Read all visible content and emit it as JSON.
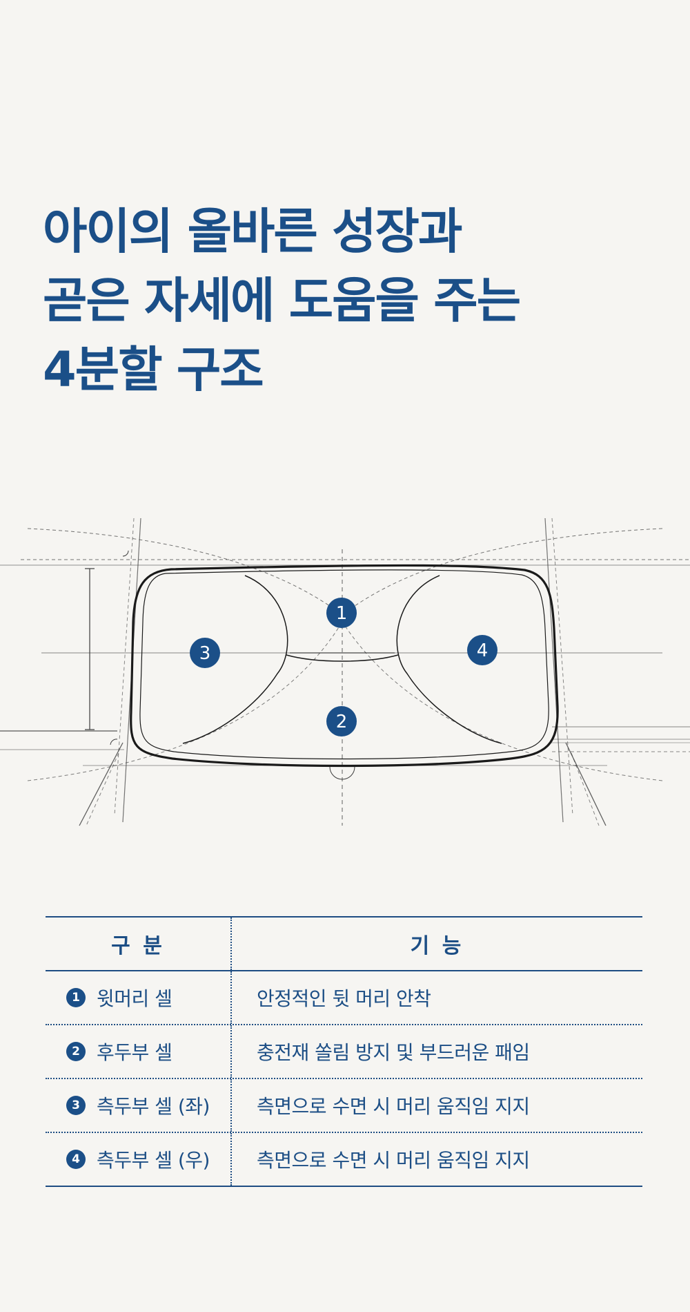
{
  "headline": {
    "lines": [
      "아이의 올바른 성장과",
      "곧은 자세에 도움을 주는",
      "4분할 구조"
    ]
  },
  "diagram": {
    "markers": [
      "1",
      "2",
      "3",
      "4"
    ],
    "accent_color": "#1b4f88"
  },
  "table": {
    "headers": [
      "구 분",
      "기 능"
    ],
    "rows": [
      {
        "num": "1",
        "part": "윗머리 셀",
        "function": "안정적인 뒷 머리 안착"
      },
      {
        "num": "2",
        "part": "후두부 셀",
        "function": "충전재 쏠림 방지 및 부드러운 패임"
      },
      {
        "num": "3",
        "part": "측두부 셀 (좌)",
        "function": "측면으로 수면 시 머리 움직임 지지"
      },
      {
        "num": "4",
        "part": "측두부 셀 (우)",
        "function": "측면으로 수면 시 머리 움직임 지지"
      }
    ]
  }
}
